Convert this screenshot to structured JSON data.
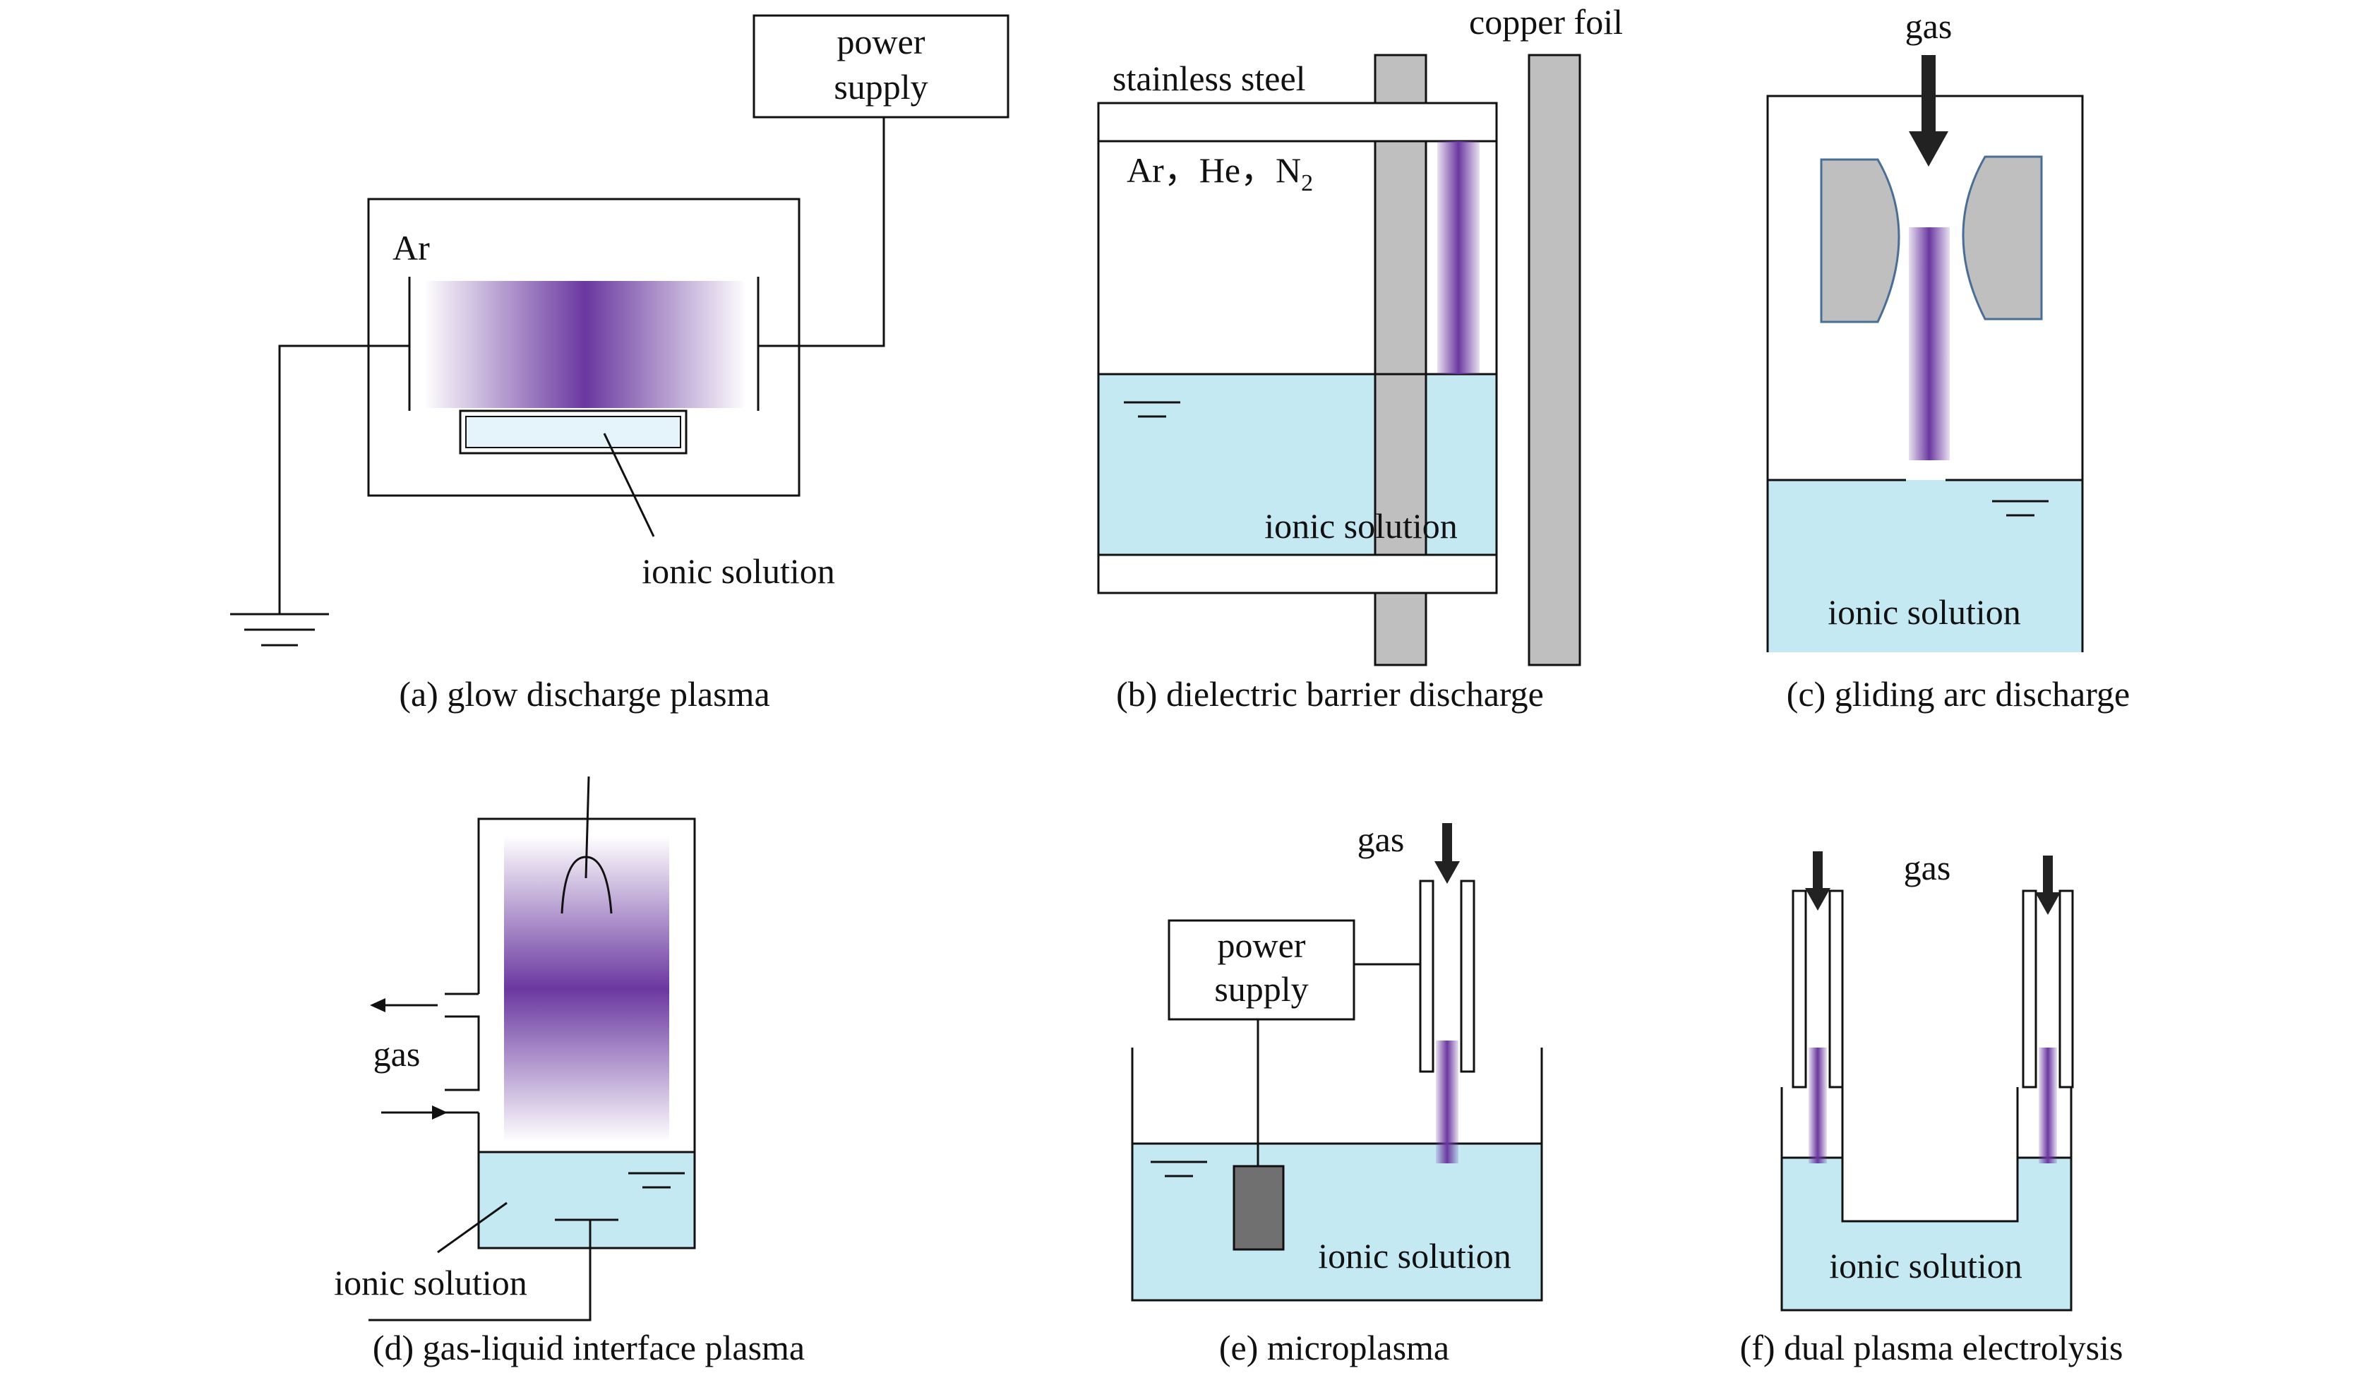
{
  "colors": {
    "plasma": "#6a38a0",
    "solution": "#c5e9f3",
    "electrode": "#bfbfbf",
    "dark_electrode": "#707070",
    "outline": "#111111"
  },
  "panels": {
    "a": {
      "caption": "(a) glow discharge plasma",
      "labels": {
        "gas": "Ar",
        "power": [
          "power",
          "supply"
        ],
        "solution": "ionic solution"
      }
    },
    "b": {
      "caption": "(b) dielectric barrier discharge",
      "labels": {
        "steel": "stainless steel",
        "foil": "copper foil",
        "gases": "Ar，He，N",
        "gases_sub": "2",
        "solution": "ionic solution"
      }
    },
    "c": {
      "caption": "(c) gliding arc discharge",
      "labels": {
        "gas": "gas",
        "solution": "ionic solution"
      }
    },
    "d": {
      "caption": "(d) gas-liquid interface plasma",
      "labels": {
        "gas": "gas",
        "solution": "ionic solution"
      }
    },
    "e": {
      "caption": "(e) microplasma",
      "labels": {
        "gas": "gas",
        "power": [
          "power",
          "supply"
        ],
        "solution": "ionic solution"
      }
    },
    "f": {
      "caption": "(f) dual plasma electrolysis",
      "labels": {
        "gas": "gas",
        "solution": "ionic solution"
      }
    }
  }
}
